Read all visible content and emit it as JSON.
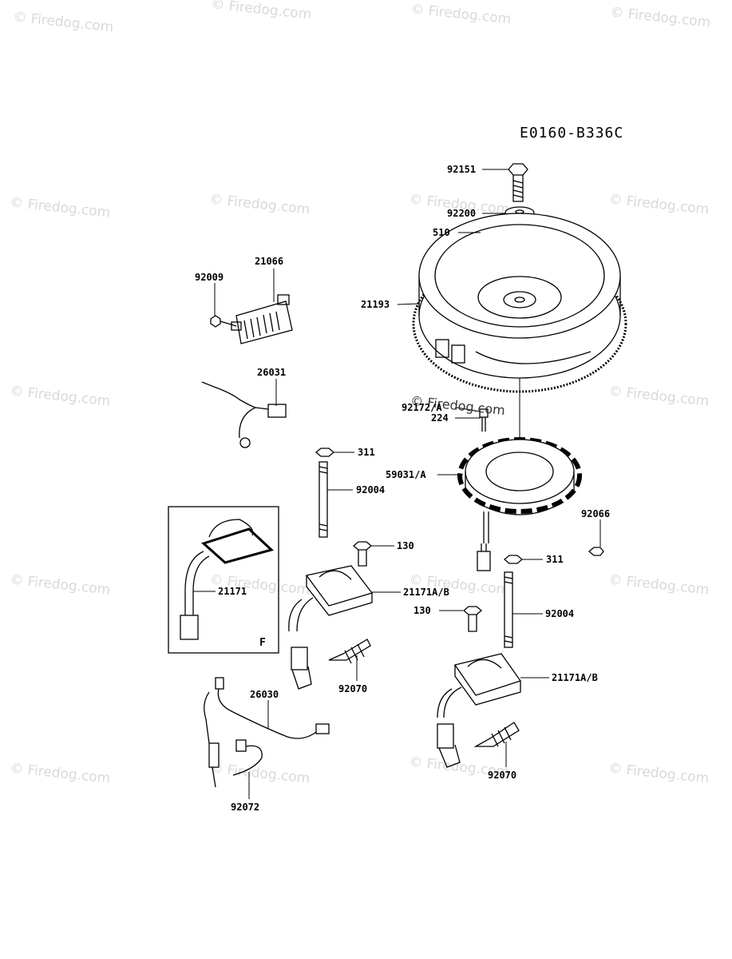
{
  "diagram": {
    "code": "E0160-B336C",
    "inset_letter": "F",
    "watermark": "© Firedog.com",
    "parts": {
      "p92151": "92151",
      "p92200": "92200",
      "p510": "510",
      "p21193": "21193",
      "p21066": "21066",
      "p92009": "92009",
      "p26031": "26031",
      "p92172A": "92172/A",
      "p224": "224",
      "p311a": "311",
      "p59031A": "59031/A",
      "p92004a": "92004",
      "p92066": "92066",
      "p130a": "130",
      "p21171": "21171",
      "p21171ABa": "21171A/B",
      "p311b": "311",
      "p130b": "130",
      "p92004b": "92004",
      "p92070a": "92070",
      "p21171ABb": "21171A/B",
      "p26030": "26030",
      "p92070b": "92070",
      "p92072": "92072"
    }
  }
}
